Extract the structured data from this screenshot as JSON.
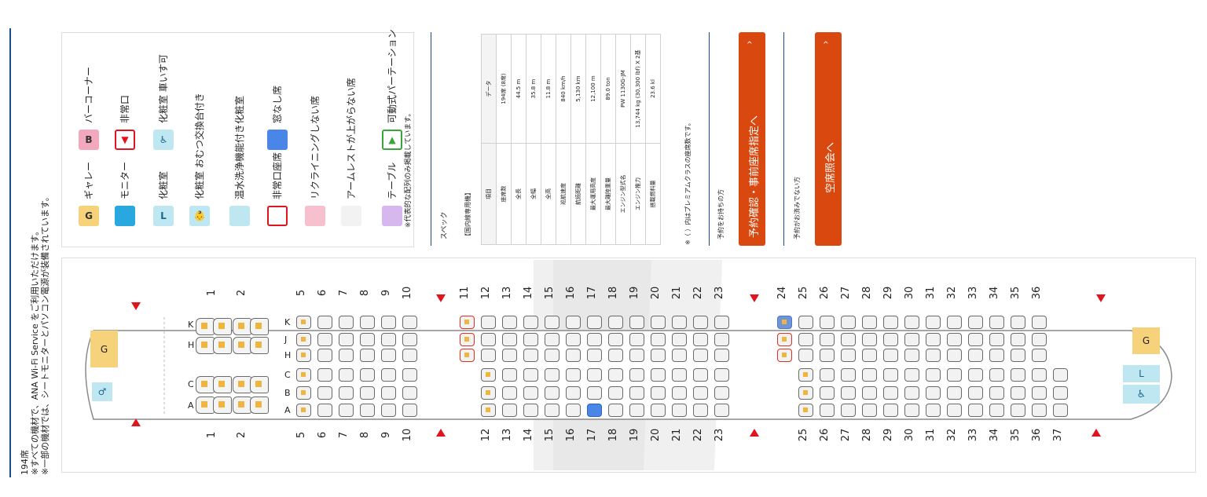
{
  "notes": {
    "count": "194席",
    "line1": "※すべての機材で、ANA Wi-Fi Service をご利用いただけます。",
    "line2": "※一部の機材では、シートモニターとパソコン電源が装備されています。"
  },
  "legend": {
    "items": [
      {
        "icon": "G",
        "label": "ギャレー",
        "bg": "#f6d27a",
        "fg": "#333"
      },
      {
        "icon": "B",
        "label": "バーコーナー",
        "bg": "#f2a8bd",
        "fg": "#333"
      },
      {
        "icon": "",
        "label": "モニター",
        "bg": "#29a8e0",
        "fg": "#fff"
      },
      {
        "icon": "▼",
        "label": "非常口",
        "bg": "#ffffff",
        "fg": "#e0141e"
      },
      {
        "icon": "L",
        "label": "化粧室",
        "bg": "#bfe7f2",
        "fg": "#1a6a8a"
      },
      {
        "icon": "♿",
        "label": "化粧室 車いす可",
        "bg": "#bfe7f2",
        "fg": "#1a6a8a"
      },
      {
        "icon": "👶",
        "label": "化粧室 おむつ交換台付き",
        "bg": "#bfe7f2",
        "fg": "#1a6a8a"
      },
      {
        "icon": "",
        "label": "温水洗浄機能付き化粧室",
        "bg": "#bfe7f2",
        "fg": "#1a6a8a"
      },
      {
        "icon": "",
        "label": "非常口座席",
        "bg": "#ffffff",
        "fg": "#e0141e"
      },
      {
        "icon": "",
        "label": "窓なし席",
        "bg": "#4a86e8",
        "fg": "#fff"
      },
      {
        "icon": "",
        "label": "リクライニングしない席",
        "bg": "#f6c0cf",
        "fg": "#333"
      },
      {
        "icon": "",
        "label": "アームレストが上がらない席",
        "bg": "#f2f2f2",
        "fg": "#333"
      },
      {
        "icon": "",
        "label": "テーブル",
        "bg": "#d7b8ee",
        "fg": "#333"
      },
      {
        "icon": "▲",
        "label": "可動式パーテーション",
        "bg": "#ffffff",
        "fg": "#3aa53a"
      }
    ],
    "footnote": "※代表的な配列のみ掲載しています。"
  },
  "specs": {
    "heading": "スペック",
    "subheading": "【国内線専用機】",
    "col_item": "項目",
    "col_data": "データ",
    "rows": [
      {
        "k": "座席数",
        "v": "194席 (8席)"
      },
      {
        "k": "全長",
        "v": "44.5 m"
      },
      {
        "k": "全幅",
        "v": "35.8 m"
      },
      {
        "k": "全高",
        "v": "11.8 m"
      },
      {
        "k": "巡航速度",
        "v": "840 km/h"
      },
      {
        "k": "航続距離",
        "v": "5,130 km"
      },
      {
        "k": "最大運用高度",
        "v": "12,100 m"
      },
      {
        "k": "最大離陸重量",
        "v": "89.0 ton"
      },
      {
        "k": "エンジン型式名",
        "v": "PW 1130G-JM"
      },
      {
        "k": "エンジン推力",
        "v": "13,744 kg (30,300 lbf) X 2基"
      },
      {
        "k": "搭載燃料量",
        "v": "23.6 kl"
      }
    ],
    "footnote": "※（ ）内はプレミアムクラスの座席数です。"
  },
  "actions": {
    "booked_label": "予約をお持ちの方",
    "booked_button": "予約確認・事前座席指定へ",
    "unbooked_label": "予約がお済みでない方",
    "unbooked_button": "空席照会へ"
  },
  "seatmap": {
    "top_numbers": [
      "1",
      "2",
      "5",
      "6",
      "7",
      "8",
      "9",
      "10",
      "11",
      "12",
      "13",
      "14",
      "15",
      "16",
      "17",
      "18",
      "19",
      "20",
      "21",
      "22",
      "23",
      "24",
      "25",
      "26",
      "27",
      "28",
      "29",
      "30",
      "31",
      "32",
      "33",
      "34",
      "35",
      "36"
    ],
    "bottom_numbers": [
      "1",
      "2",
      "5",
      "6",
      "7",
      "8",
      "9",
      "10",
      "12",
      "13",
      "14",
      "15",
      "16",
      "17",
      "18",
      "19",
      "20",
      "21",
      "22",
      "23",
      "25",
      "26",
      "27",
      "28",
      "29",
      "30",
      "31",
      "32",
      "33",
      "34",
      "35",
      "36",
      "37"
    ],
    "letters_top": [
      "K",
      "J",
      "H"
    ],
    "letters_top_premium": [
      "K",
      "H"
    ],
    "letters_bottom": [
      "C",
      "B",
      "A"
    ],
    "letters_bottom_premium": [
      "C",
      "A"
    ],
    "galley_front": "G",
    "galley_rear": "G",
    "lav_rear": "L"
  }
}
